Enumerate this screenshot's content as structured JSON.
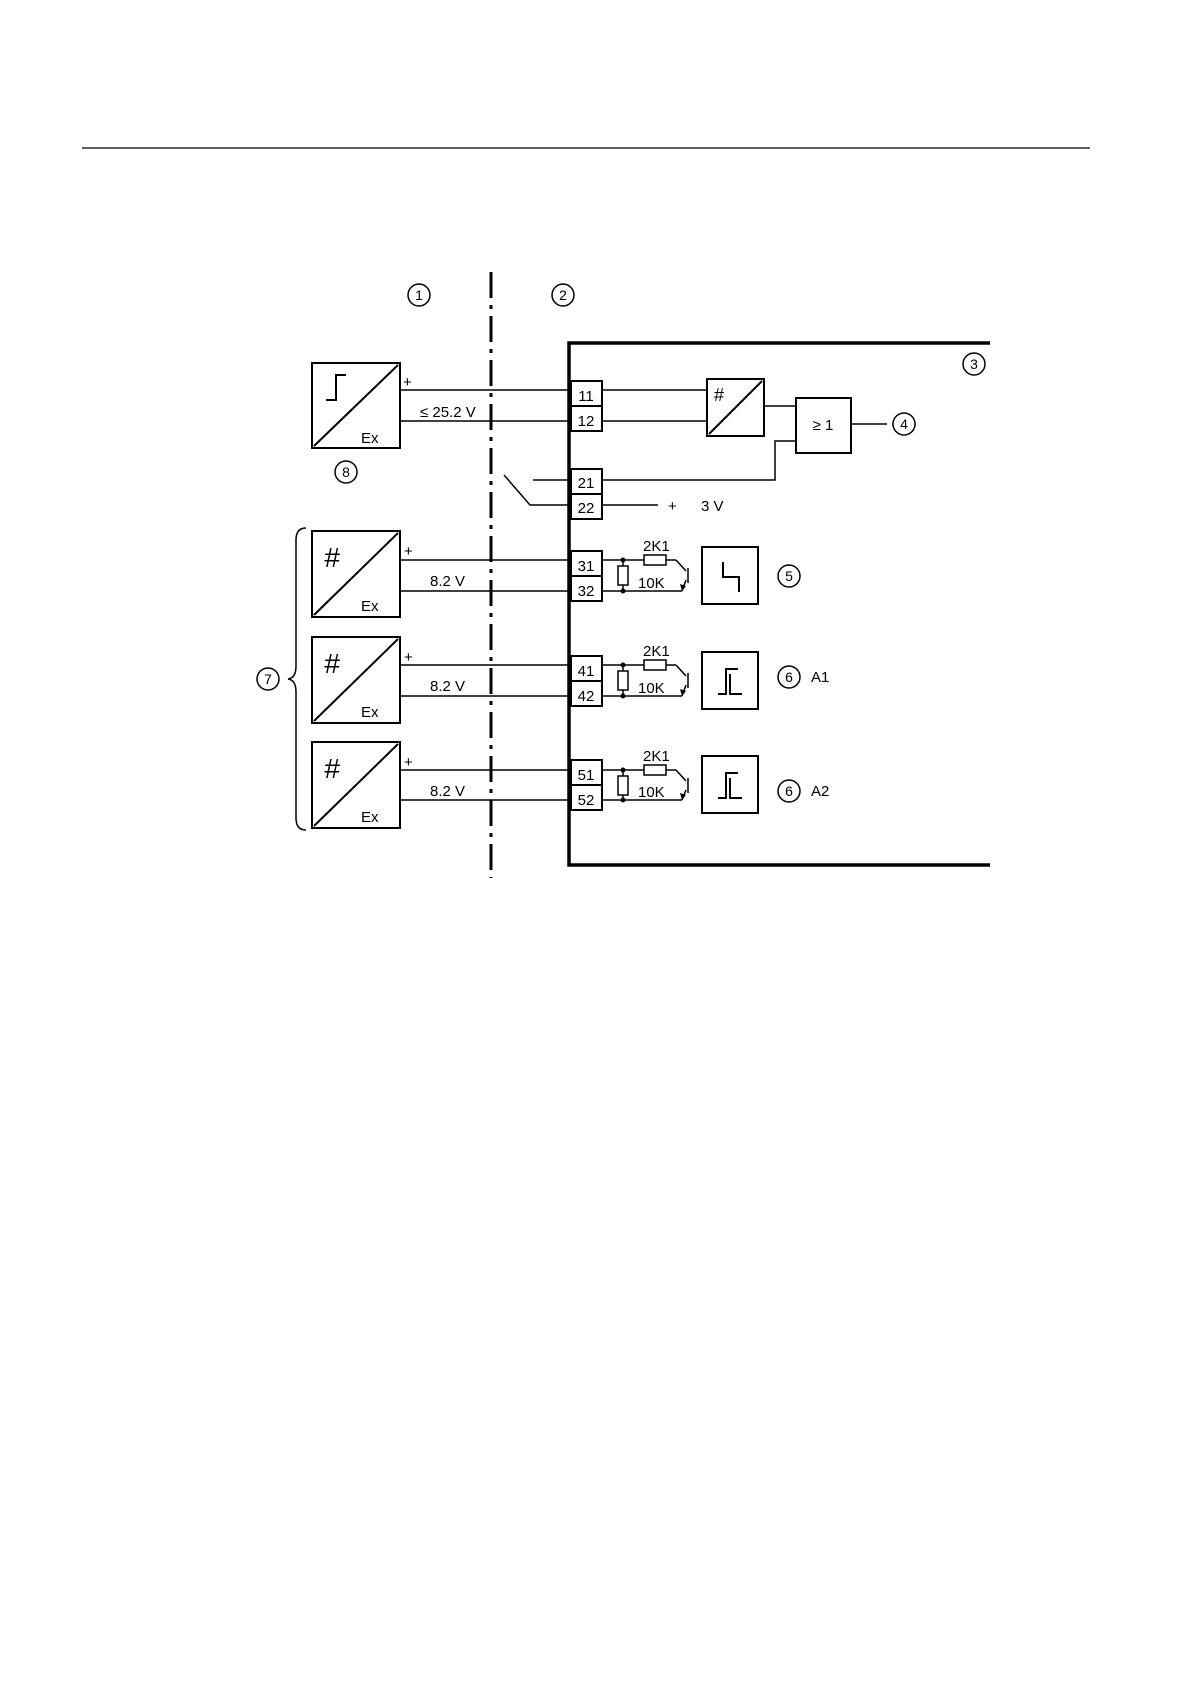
{
  "callouts": {
    "c1": "1",
    "c2": "2",
    "c3": "3",
    "c4": "4",
    "c5": "5",
    "c6a": "6",
    "c6b": "6",
    "c7": "7",
    "c8": "8"
  },
  "terminals": {
    "t11": "11",
    "t12": "12",
    "t21": "21",
    "t22": "22",
    "t31": "31",
    "t32": "32",
    "t41": "41",
    "t42": "42",
    "t51": "51",
    "t52": "52"
  },
  "labels": {
    "plus_power": "+",
    "power_voltage": "≤ 25.2 V",
    "ex_power": "Ex",
    "aux_plus": "+",
    "aux_voltage": "3 V",
    "or_gate": "≥ 1",
    "converter_symbol": "#",
    "ch1_plus": "+",
    "ch1_voltage": "8.2 V",
    "ch1_ex": "Ex",
    "ch1_symbol": "#",
    "ch2_plus": "+",
    "ch2_voltage": "8.2 V",
    "ch2_ex": "Ex",
    "ch2_symbol": "#",
    "ch3_plus": "+",
    "ch3_voltage": "8.2 V",
    "ch3_ex": "Ex",
    "ch3_symbol": "#",
    "r_series_1": "2K1",
    "r_shunt_1": "10K",
    "r_series_2": "2K1",
    "r_shunt_2": "10K",
    "r_series_3": "2K1",
    "r_shunt_3": "10K",
    "output_a1": "A1",
    "output_a2": "A2"
  }
}
